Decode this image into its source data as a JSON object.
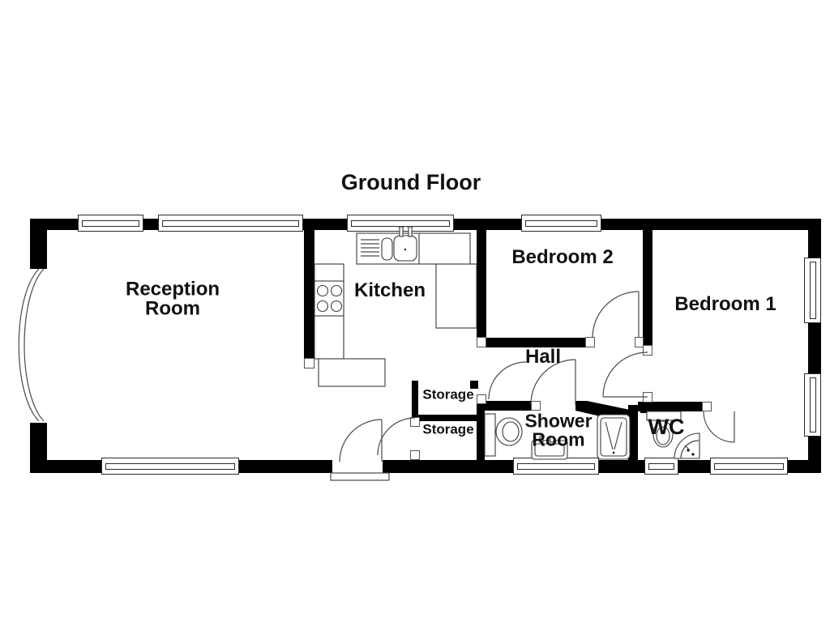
{
  "title": "Ground Floor",
  "rooms": {
    "reception": {
      "label_line1": "Reception",
      "label_line2": "Room"
    },
    "kitchen": {
      "label": "Kitchen"
    },
    "bedroom2": {
      "label": "Bedroom 2"
    },
    "bedroom1": {
      "label": "Bedroom 1"
    },
    "hall": {
      "label": "Hall"
    },
    "storage_upper": {
      "label": "Storage"
    },
    "storage_lower": {
      "label": "Storage"
    },
    "shower_room": {
      "label_line1": "Shower",
      "label_line2": "Room"
    },
    "wc": {
      "label": "WC"
    }
  },
  "colors": {
    "wall": "#000000",
    "outline": "#4a4a4a",
    "background": "#ffffff",
    "text": "#111111"
  },
  "icons": [
    "bay-window-icon",
    "window-icon",
    "door-swing-icon",
    "kitchen-sink-icon",
    "hob-icon",
    "counter-icon",
    "toilet-icon",
    "basin-icon",
    "shower-tray-icon",
    "corner-basin-icon",
    "entrance-step-icon"
  ]
}
